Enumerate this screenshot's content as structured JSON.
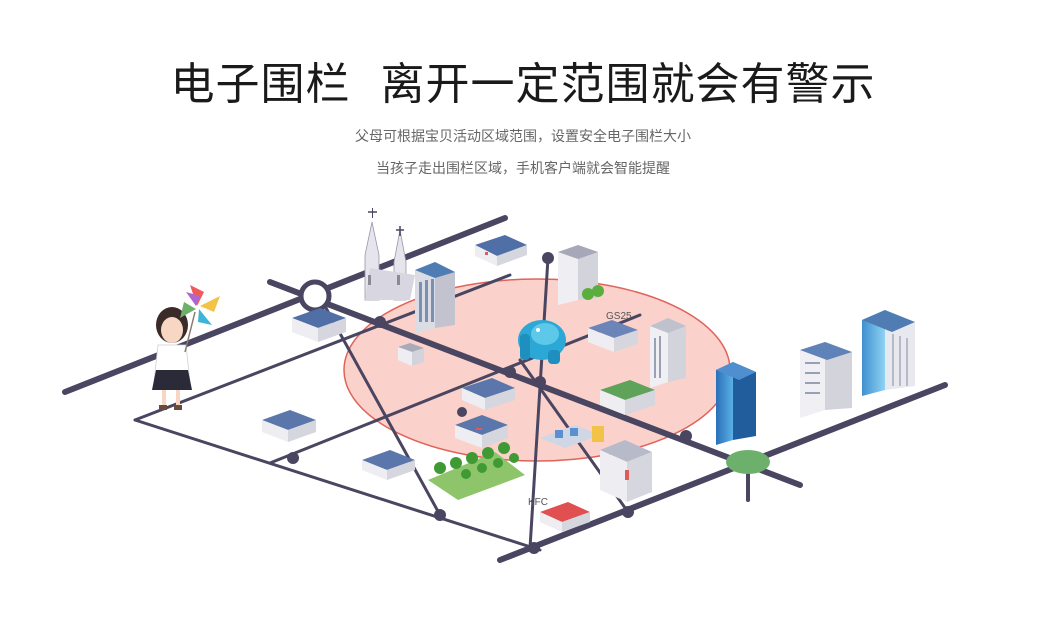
{
  "title": "电子围栏  离开一定范围就会有警示",
  "description_lines": [
    "父母可根据宝贝活动区域范围，设置安全电子围栏大小",
    "当孩子走出围栏区域，手机客户端就会智能提醒"
  ],
  "map_labels": {
    "store": "GS25",
    "restaurant": "KFC"
  },
  "colors": {
    "road": "#4a4560",
    "fence_fill": "#f7b9b0",
    "fence_stroke": "#e0635a",
    "watch": "#3db4d9",
    "park": "#8fc56a",
    "roundabout": "#6db06c"
  },
  "icons": [
    "church-icon",
    "watch-icon",
    "pinwheel-icon",
    "child-icon",
    "tree-icon"
  ]
}
